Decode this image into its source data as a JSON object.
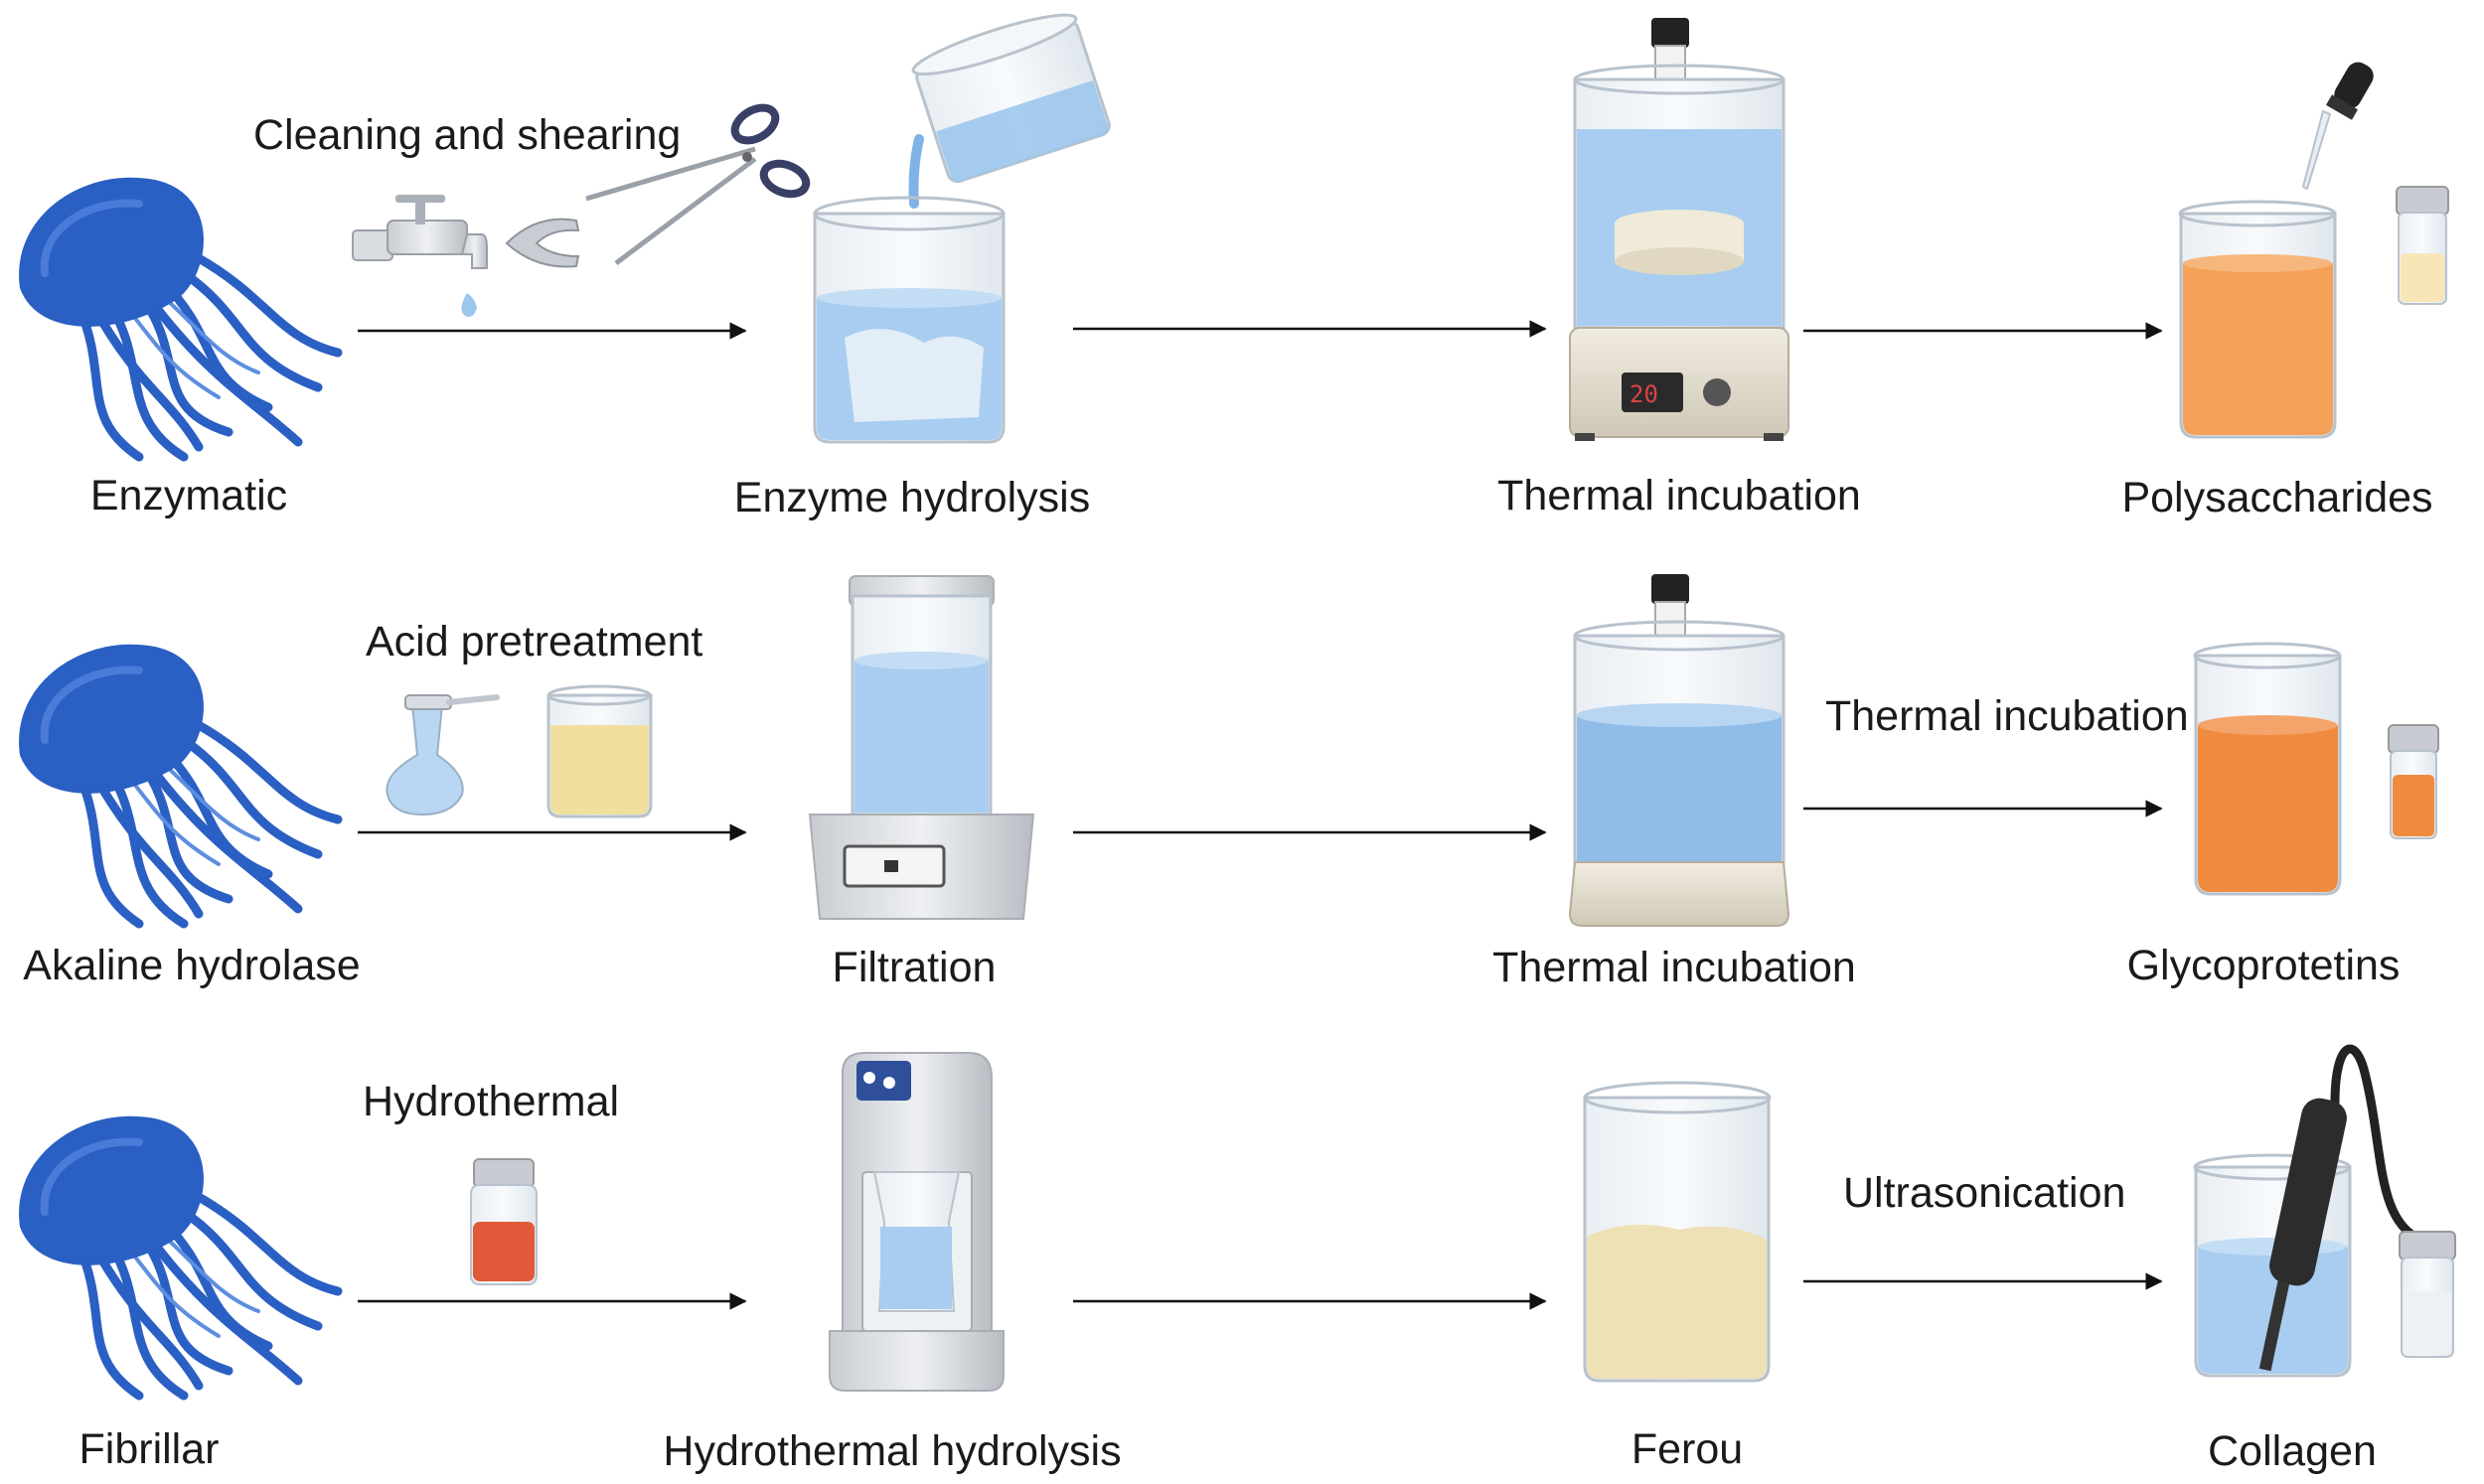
{
  "rows": [
    {
      "source": "Enzymatic",
      "pretreatment": "Cleaning and shearing",
      "step1": "Enzyme hydrolysis",
      "step2": "Thermal incubation",
      "step3_arrow": "",
      "product": "Polysaccharides"
    },
    {
      "source": "Akaline hydrolase",
      "pretreatment": "Acid pretreatment",
      "step1": "Filtration",
      "step2": "Thermal incubation",
      "step3_arrow": "Thermal incubation",
      "product": "Glycoprotetins"
    },
    {
      "source": "Fibrillar",
      "pretreatment": "Hydrothermal",
      "step1": "Hydrothermal hydrolysis",
      "step2": "Ferou",
      "step3_arrow": "Ultrasonication",
      "product": "Collagen"
    }
  ],
  "colors": {
    "jellyfish": "#2a5fc4",
    "water": "#9cc6ec",
    "orange_liquid": "#f39a4a",
    "red_liquid": "#e05a3a",
    "yellow_liquid": "#f1dfa0",
    "arrow": "#111111"
  },
  "icons": [
    "jellyfish-icon",
    "faucet-icon",
    "scissors-icon",
    "beaker-icon",
    "vial-icon",
    "dropper-icon",
    "heater-stirrer-icon",
    "filtration-device-icon",
    "hydrothermal-reactor-icon",
    "ultrasonic-probe-icon",
    "flask-icon"
  ]
}
